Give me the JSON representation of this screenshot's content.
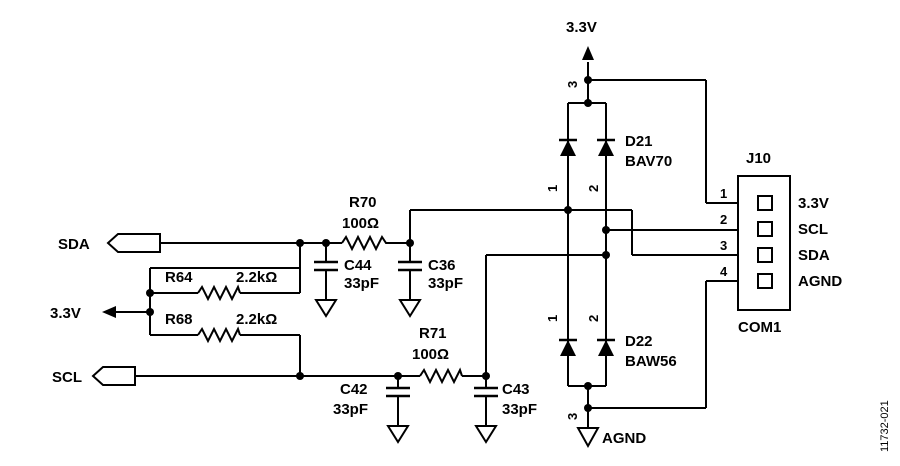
{
  "supply": {
    "top": "3.3V",
    "left": "3.3V"
  },
  "signals": {
    "sda": "SDA",
    "scl": "SCL"
  },
  "resistors": {
    "r64": {
      "ref": "R64",
      "value": "2.2kΩ"
    },
    "r68": {
      "ref": "R68",
      "value": "2.2kΩ"
    },
    "r70": {
      "ref": "R70",
      "value": "100Ω"
    },
    "r71": {
      "ref": "R71",
      "value": "100Ω"
    }
  },
  "capacitors": {
    "c44": {
      "ref": "C44",
      "value": "33pF"
    },
    "c36": {
      "ref": "C36",
      "value": "33pF"
    },
    "c42": {
      "ref": "C42",
      "value": "33pF"
    },
    "c43": {
      "ref": "C43",
      "value": "33pF"
    }
  },
  "diodes": {
    "d21": {
      "ref": "D21",
      "part": "BAV70",
      "pin1": "1",
      "pin2": "2",
      "pin3": "3"
    },
    "d22": {
      "ref": "D22",
      "part": "BAW56",
      "pin1": "1",
      "pin2": "2",
      "pin3": "3"
    }
  },
  "connector": {
    "ref": "J10",
    "name": "COM1",
    "pins": [
      {
        "num": "1",
        "label": "3.3V"
      },
      {
        "num": "2",
        "label": "SCL"
      },
      {
        "num": "3",
        "label": "SDA"
      },
      {
        "num": "4",
        "label": "AGND"
      }
    ]
  },
  "ground_label": "AGND",
  "figure_id": "11732-021"
}
